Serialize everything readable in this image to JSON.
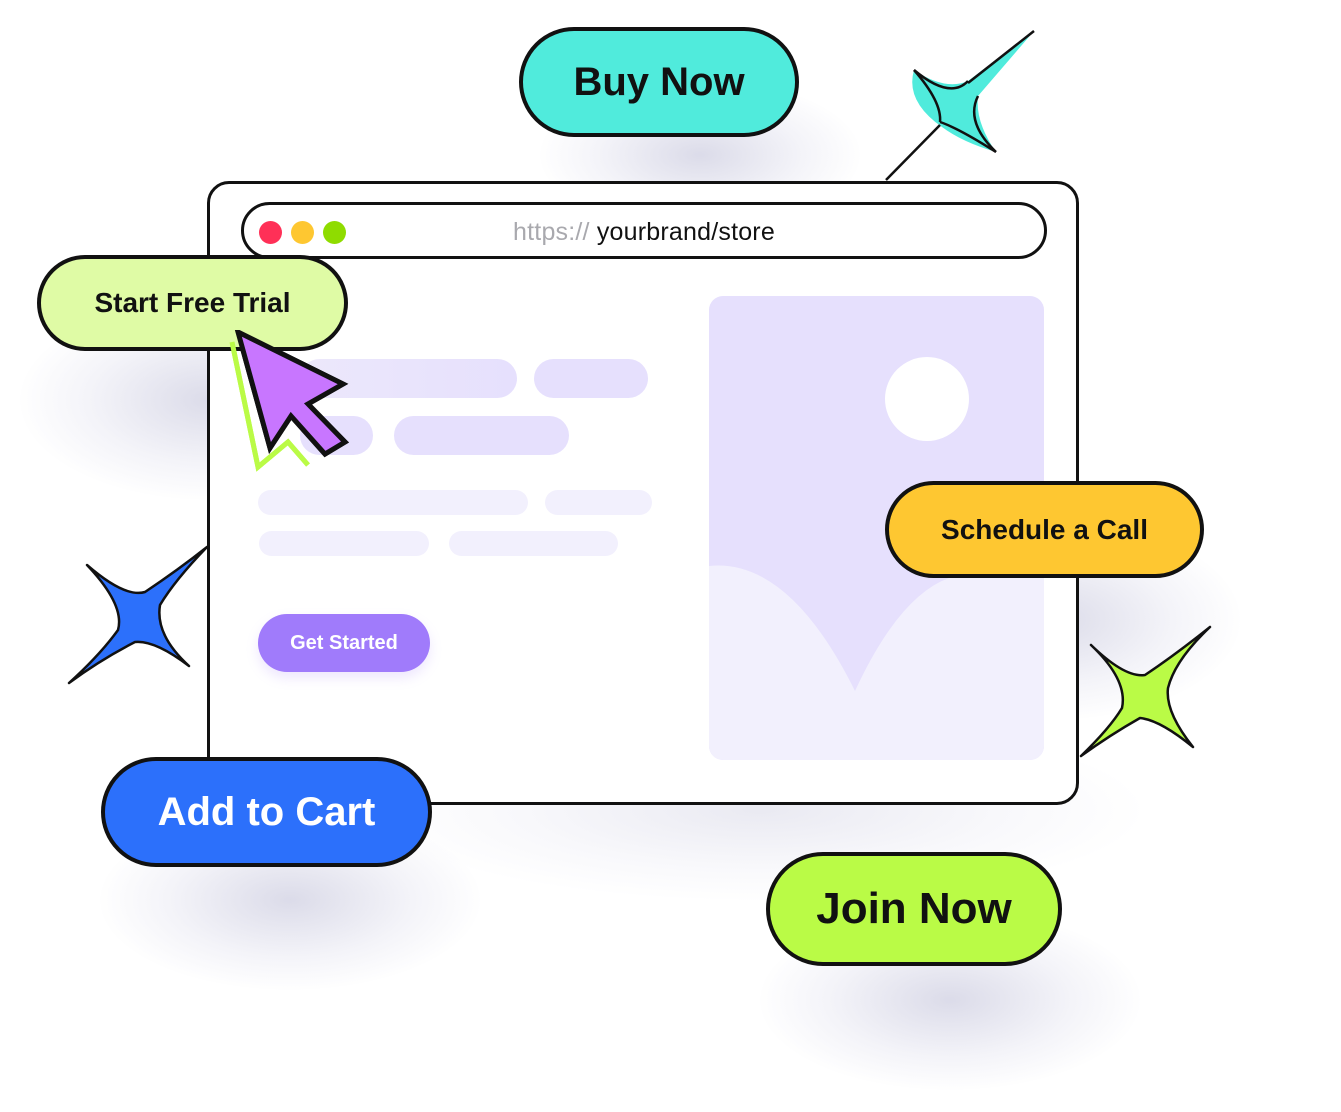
{
  "browser": {
    "url_protocol": "https://",
    "url_path": "yourbrand/store",
    "traffic_lights": {
      "close": "#ff3057",
      "minimize": "#fec731",
      "maximize": "#8fdc00"
    }
  },
  "content": {
    "cta_label": "Get Started",
    "image_placeholder": "image-icon"
  },
  "floating_buttons": {
    "buy_now": "Buy Now",
    "start_free_trial": "Start Free Trial",
    "schedule_call": "Schedule a Call",
    "add_to_cart": "Add to Cart",
    "join_now": "Join Now"
  },
  "colors": {
    "buy_now": "#50ebdc",
    "start_free_trial": "#dffba5",
    "schedule_call": "#fec731",
    "add_to_cart": "#2c70fb",
    "join_now": "#bafb46",
    "get_started": "#a07bfb",
    "cursor": "#c876ff",
    "skeleton": "#e6e0fd",
    "outline": "#111111"
  },
  "decorations": {
    "sparkles": [
      {
        "name": "sparkle-top-right",
        "color": "#50ebdc"
      },
      {
        "name": "sparkle-left",
        "color": "#2c70fb"
      },
      {
        "name": "sparkle-right",
        "color": "#bafb46"
      }
    ],
    "cursor_icon": "arrow-pointer"
  }
}
